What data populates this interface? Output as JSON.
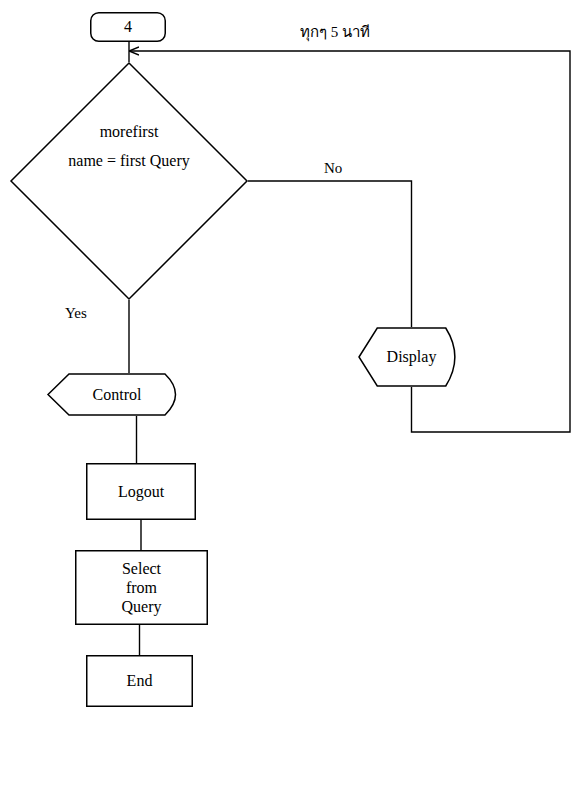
{
  "diagram": {
    "nodes": [
      {
        "text": [
          "4"
        ]
      },
      {
        "text": [
          "morefirst",
          "name = first Query"
        ]
      },
      {
        "text": [
          "Control"
        ]
      },
      {
        "text": [
          "Logout"
        ]
      },
      {
        "text": [
          "Select from Query"
        ]
      },
      {
        "text": [
          "End"
        ]
      },
      {
        "text": [
          "Display"
        ]
      }
    ],
    "edges": [
      {
        "from": 0,
        "to": 1,
        "arrow": "none"
      },
      {
        "from": 1,
        "to": 2,
        "label": "Yes",
        "arrow": "none"
      },
      {
        "from": 1,
        "to": 6,
        "label": "No",
        "arrow": "none"
      },
      {
        "from": 2,
        "to": 3,
        "arrow": "none"
      },
      {
        "from": 3,
        "to": 4,
        "arrow": "none"
      },
      {
        "from": 4,
        "to": 5,
        "arrow": "none"
      },
      {
        "from": 6,
        "to": 1,
        "label": "ทุกๆ 5 นาที",
        "arrow": "to"
      }
    ]
  }
}
